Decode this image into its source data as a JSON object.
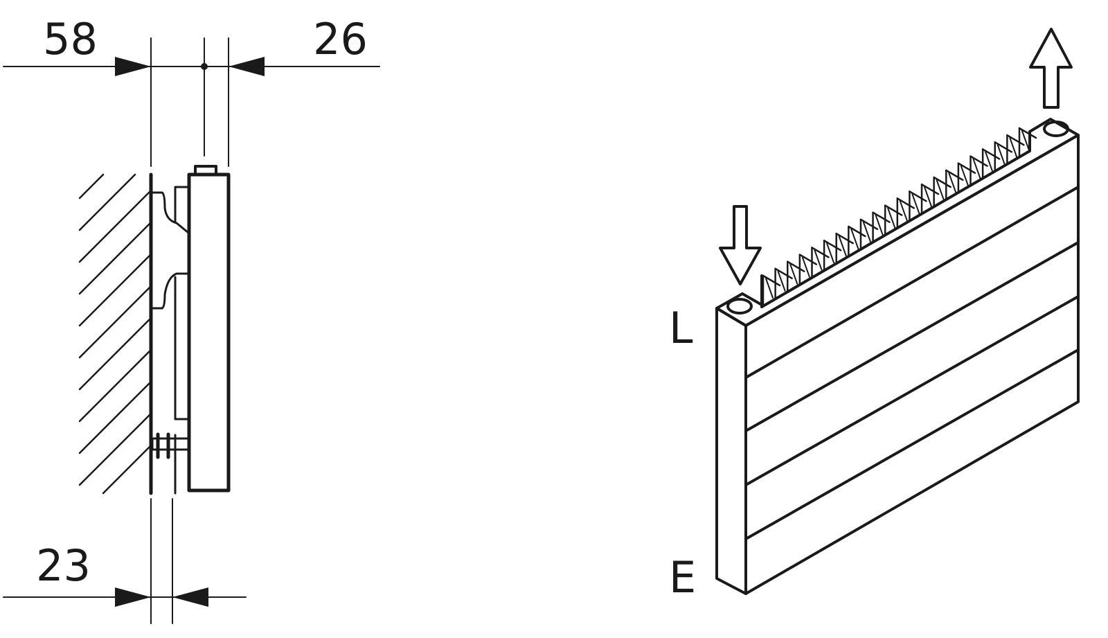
{
  "side_view": {
    "dim_wall_to_center": "58",
    "dim_center_to_front": "26",
    "dim_wall_to_bracket": "23"
  },
  "iso_view": {
    "inlet_label": "L",
    "outlet_label": "E"
  },
  "colors": {
    "line": "#1a1a1a",
    "background": "#ffffff"
  }
}
